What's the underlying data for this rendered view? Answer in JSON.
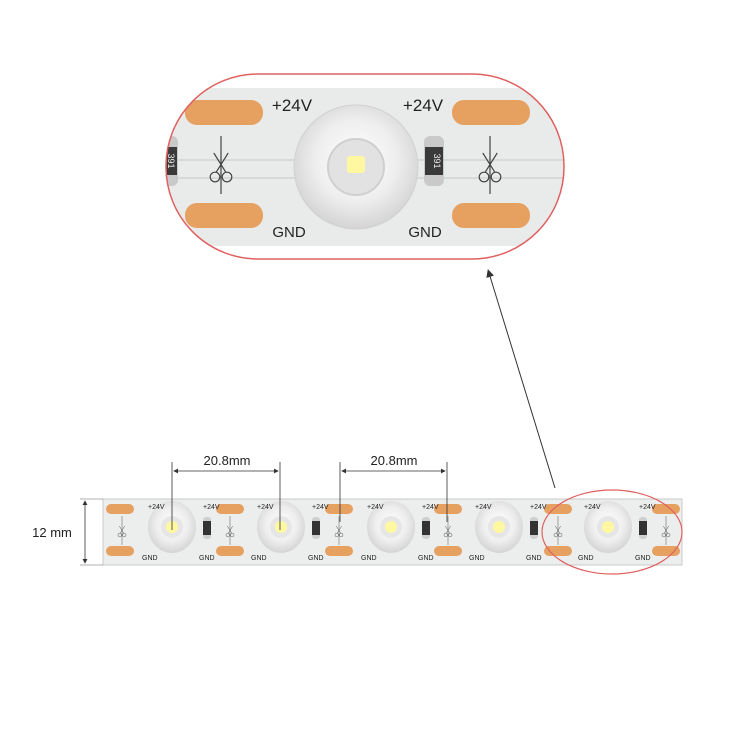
{
  "labels": {
    "pitch_1": "20.8mm",
    "pitch_2": "20.8mm",
    "width": "12 mm",
    "pad_plus": "+24V",
    "pad_gnd": "GND",
    "resistor_code": "391"
  },
  "colors": {
    "pad": "#e6a060",
    "strip": "#eceeee",
    "highlight": "#e06060",
    "led": "#fff8a0"
  },
  "icons": [
    "scissors-icon",
    "led-chip-icon",
    "resistor-icon"
  ]
}
